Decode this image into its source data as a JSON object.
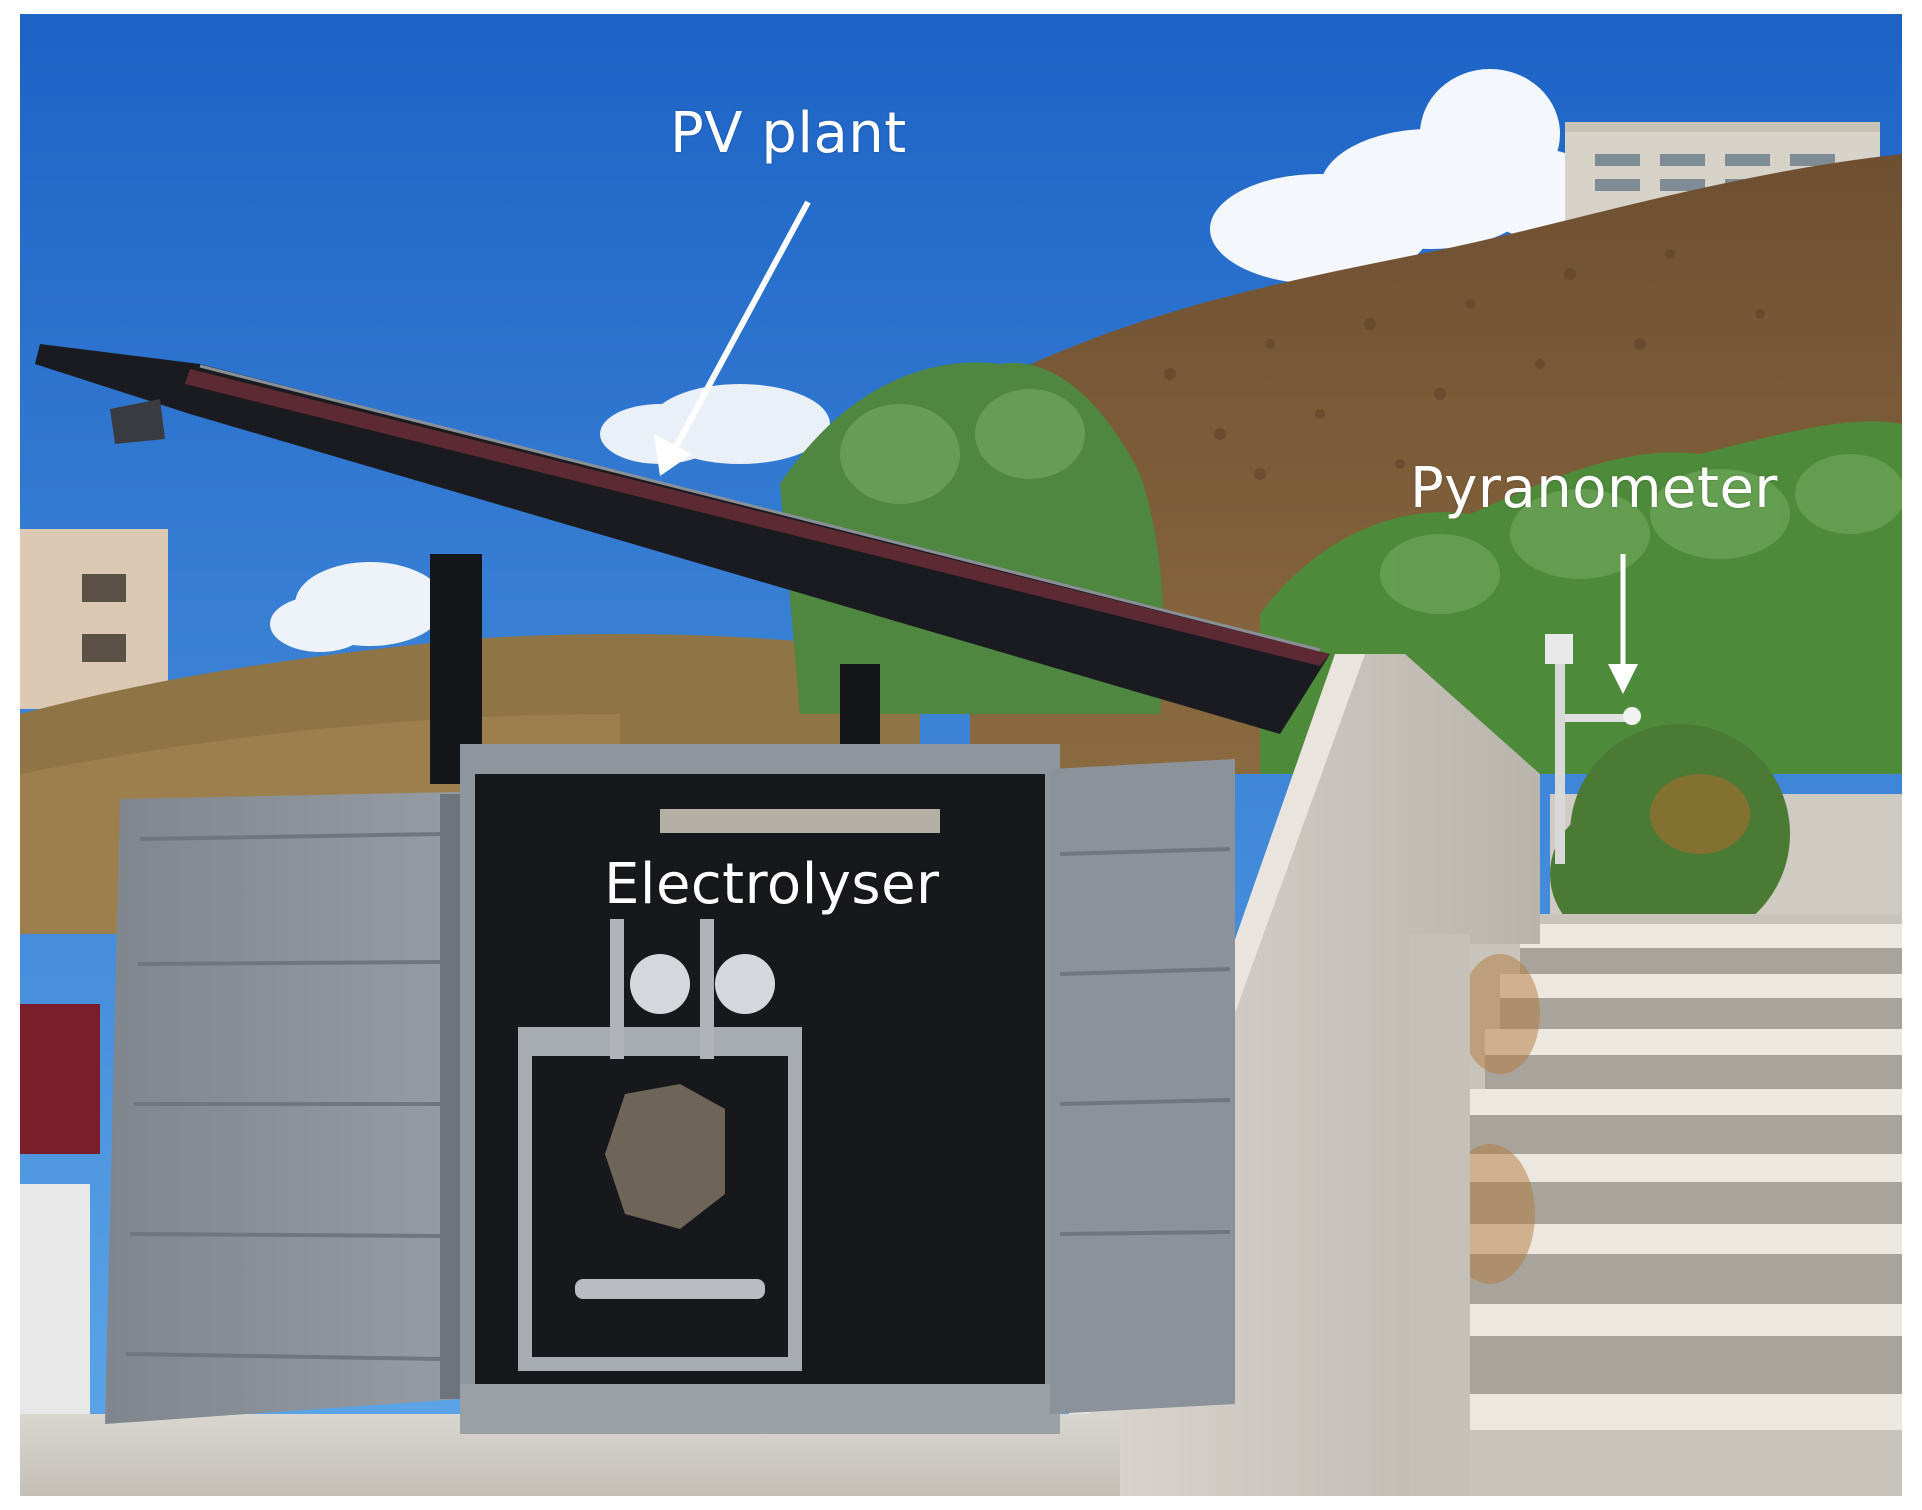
{
  "annotations": {
    "pv_plant": "PV plant",
    "pyranometer": "Pyranometer",
    "electrolyser": "Electrolyser"
  },
  "colors": {
    "sky_top": "#1d67c8",
    "sky_bottom": "#5aa2e6",
    "hill": "#7a5a37",
    "vegetation": "#4f8a3a",
    "container_grey": "#8d949b",
    "wall_concrete": "#d6d2cb",
    "panel_dark": "#1c1d22",
    "annotation_text": "#ffffff"
  }
}
